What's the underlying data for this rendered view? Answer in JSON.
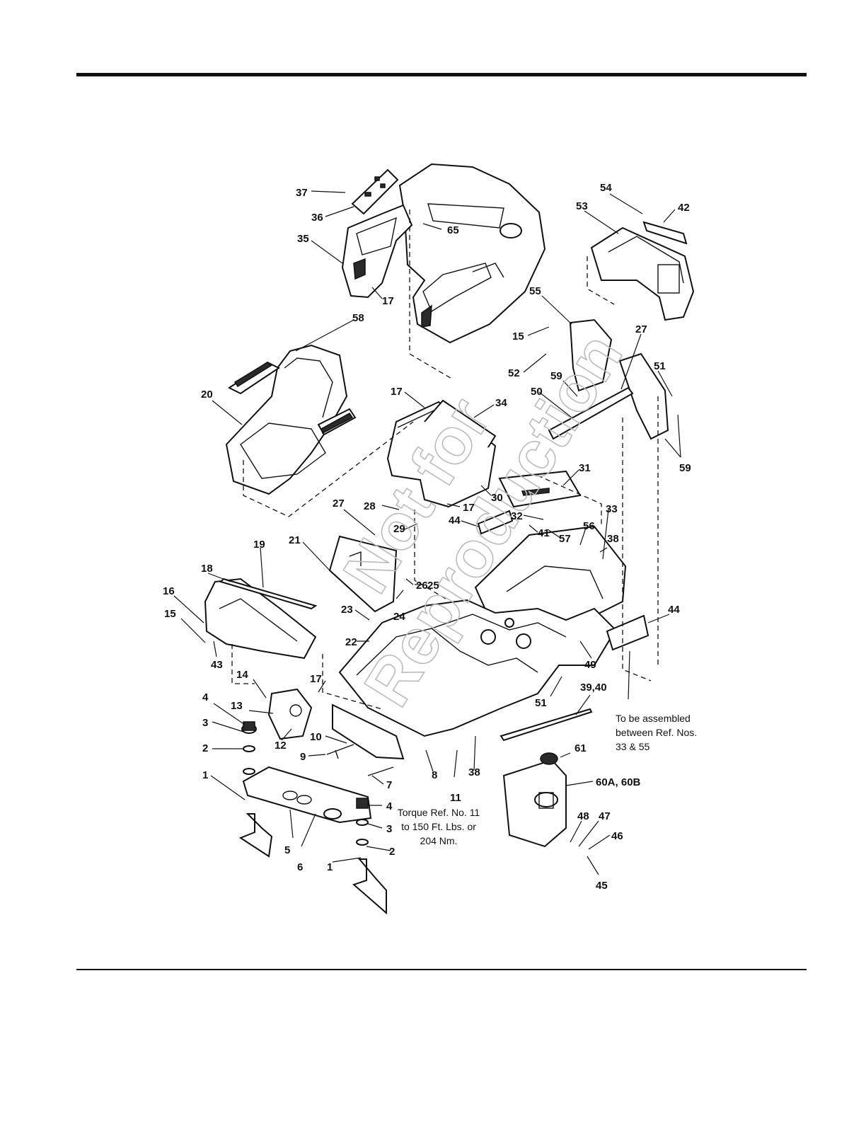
{
  "watermark": {
    "line1": "Not for",
    "line2": "Reproduction"
  },
  "notes": {
    "torque": [
      "Torque Ref. No. 11",
      "to 150 Ft. Lbs. or",
      "204 Nm."
    ],
    "assembly": [
      "To be assembled",
      "between Ref. Nos.",
      "33 & 55"
    ]
  },
  "callouts": [
    "37",
    "36",
    "35",
    "65",
    "17",
    "54",
    "42",
    "53",
    "55",
    "27",
    "15",
    "52",
    "59",
    "51",
    "50",
    "58",
    "20",
    "17",
    "34",
    "30",
    "31",
    "32",
    "41",
    "57",
    "56",
    "33",
    "38",
    "28",
    "29",
    "17",
    "27",
    "21",
    "26",
    "25",
    "24",
    "23",
    "22",
    "19",
    "18",
    "16",
    "15",
    "43",
    "44",
    "44",
    "49",
    "51",
    "39,40",
    "14",
    "17",
    "13",
    "4",
    "3",
    "12",
    "2",
    "10",
    "9",
    "1",
    "7",
    "8",
    "11",
    "38",
    "5",
    "6",
    "4",
    "3",
    "2",
    "1",
    "61",
    "60A, 60B",
    "48",
    "47",
    "46",
    "45",
    "59"
  ]
}
